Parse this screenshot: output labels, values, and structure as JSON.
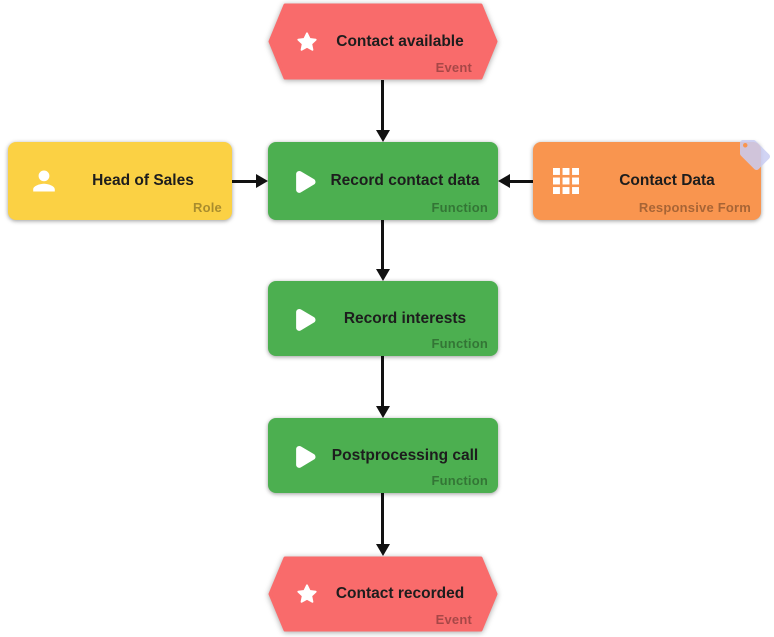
{
  "colors": {
    "event": "#f96b6b",
    "function": "#4caf50",
    "role": "#fbd144",
    "form": "#f9954f",
    "tag": "#c9cdf2",
    "arrow": "#111111",
    "type_label": "rgba(0,0,0,0.33)",
    "main_label": "#1d1d1d",
    "icon": "#ffffff",
    "background": "#ffffff"
  },
  "nodes": {
    "event_start": {
      "label": "Contact available",
      "type": "Event",
      "icon": "star-icon"
    },
    "role_head_of_sales": {
      "label": "Head of Sales",
      "type": "Role",
      "icon": "person-icon"
    },
    "function_record_contact_data": {
      "label": "Record contact data",
      "type": "Function",
      "icon": "play-icon"
    },
    "form_contact_data": {
      "label": "Contact Data",
      "type": "Responsive Form",
      "icon": "grid-icon",
      "badge": "tag-icon"
    },
    "function_record_interests": {
      "label": "Record interests",
      "type": "Function",
      "icon": "play-icon"
    },
    "function_postprocessing_call": {
      "label": "Postprocessing call",
      "type": "Function",
      "icon": "play-icon"
    },
    "event_end": {
      "label": "Contact recorded",
      "type": "Event",
      "icon": "star-icon"
    }
  },
  "connections": [
    {
      "from": "Contact available",
      "to": "Record contact data",
      "direction": "down"
    },
    {
      "from": "Head of Sales",
      "to": "Record contact data",
      "direction": "right"
    },
    {
      "from": "Contact Data",
      "to": "Record contact data",
      "direction": "left"
    },
    {
      "from": "Record contact data",
      "to": "Record interests",
      "direction": "down"
    },
    {
      "from": "Record interests",
      "to": "Postprocessing call",
      "direction": "down"
    },
    {
      "from": "Postprocessing call",
      "to": "Contact recorded",
      "direction": "down"
    }
  ]
}
